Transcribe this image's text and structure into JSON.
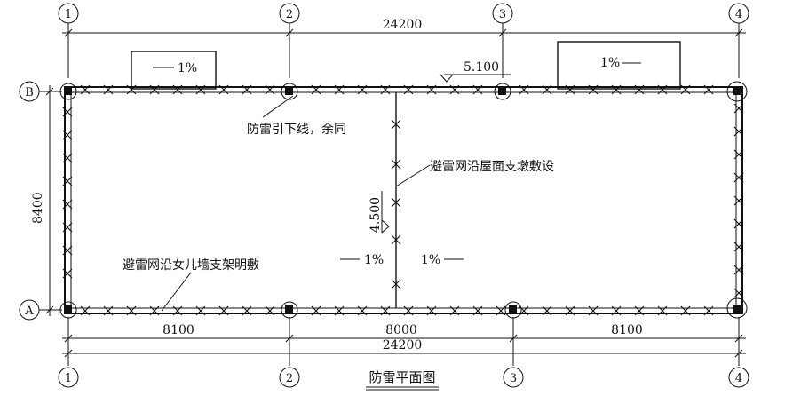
{
  "axes": {
    "columns": [
      "1",
      "2",
      "3",
      "4"
    ],
    "rows": [
      "A",
      "B"
    ]
  },
  "dimensions": {
    "overall_top": "24200",
    "overall_bottom": "24200",
    "bay_1_2": "8100",
    "bay_2_3": "8000",
    "bay_3_4": "8100",
    "left_span": "8400"
  },
  "elevations": {
    "ridge": "5.100",
    "eave": "4.500"
  },
  "slopes": {
    "roof_left_box": "1%",
    "roof_right_box": "1%",
    "roof_left": "1%",
    "roof_right": "1%"
  },
  "labels": {
    "down_conductor": "防雷引下线，余同",
    "roof_net": "避雷网沿屋面支墩敷设",
    "parapet_net": "避雷网沿女儿墙支架明敷"
  },
  "title": "防雷平面图"
}
